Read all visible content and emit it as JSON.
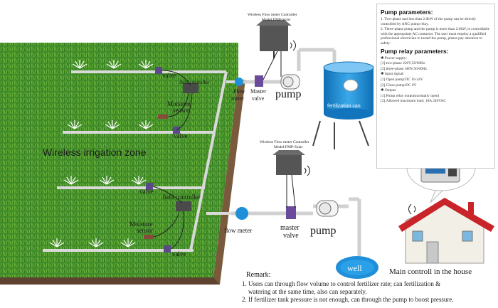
{
  "labels": {
    "zone": "Wireless irrigation zone",
    "valve": "valve",
    "field_controller": "field controller",
    "moisture": "Moisture",
    "sensor": "sensor",
    "flow": "Flow",
    "meter": "meter",
    "master": "Master",
    "valve_lc": "valve",
    "flow_meter": "flow meter",
    "master_lc": "master",
    "pump": "pump",
    "fertilization_can": "fertilization can",
    "well": "well",
    "house": "Main controll in the house",
    "controller_title": "Wireless Flow meter Controller",
    "controller_model": "Model:FMP-Solar"
  },
  "panel": {
    "title1": "Pump parameters:",
    "pump_params": [
      "1. Two-phase and less than 2.0kW of the pump can be directly controlled by ANC pump relay.",
      "2. Three-phase pump and the pump is more than 2.0kW, is controllable with the appropriate AC contactor. The user must employ a qualified professional electrician to install the pump, please pay attention to safety."
    ],
    "title2": "Pump relay parameters:",
    "relay_params": [
      "✱ Power supply:",
      "[1].two-phase 220V,50/60Hz",
      "[2].three-phase 380V,50/60Hz",
      "✱ Input signal:",
      "[1].Open pump:DC 16-24V",
      "[2].Close pump:DC 0V",
      "✱ Output:",
      "[1].Pump relay output(normally open)",
      "[2].Allowed maximum load: 10A 240VAC"
    ]
  },
  "remark": {
    "title": "Remark:",
    "lines": [
      "1. Users can through flow volume to control fertilizer rate; can fertilization &",
      "    watering at the same time, also can separately.",
      "2. If fertilizer tank pressure is not enough, can through the pump to boost pressure."
    ]
  },
  "colors": {
    "grass": "#3f8a28",
    "soil": "#7a5a3c",
    "pipe": "#d9d9d9",
    "tank": "#1e8fd8",
    "house_roof": "#c8242a",
    "well": "#1e8fd8"
  }
}
